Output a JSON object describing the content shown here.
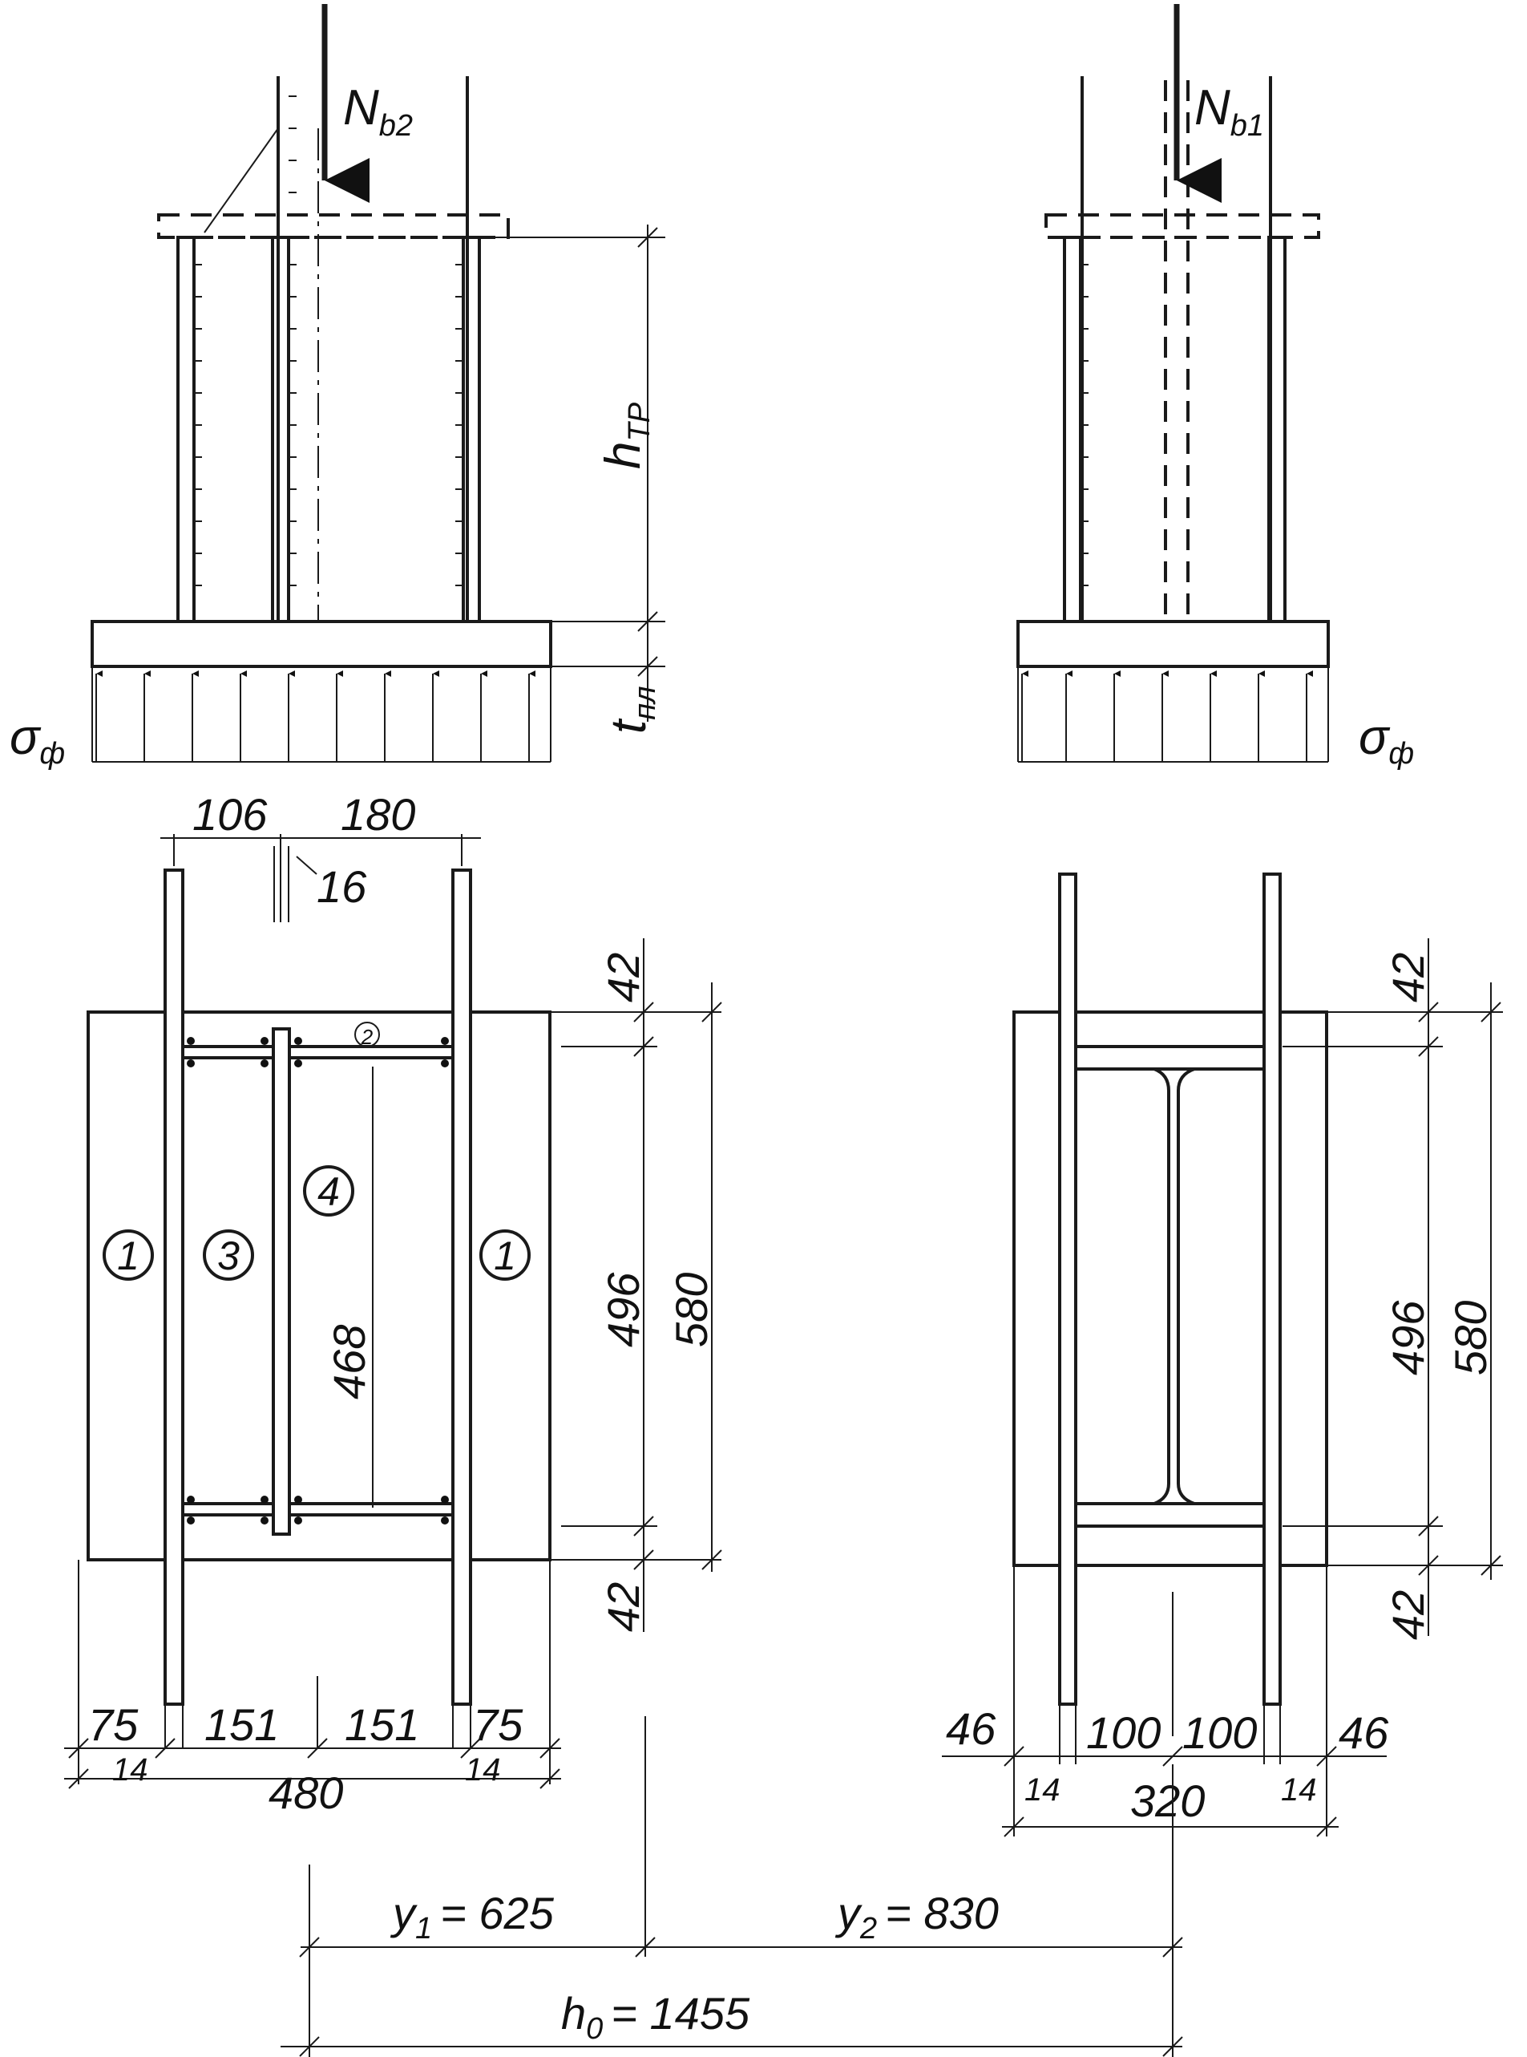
{
  "top_left": {
    "load_label": "N",
    "load_sub": "b2",
    "height_label": "h",
    "height_sub": "ТР",
    "plate_label": "t",
    "plate_sub": "пл",
    "pressure_label": "σ",
    "pressure_sub": "ф"
  },
  "top_right": {
    "load_label": "N",
    "load_sub": "b1",
    "pressure_label": "σ",
    "pressure_sub": "ф"
  },
  "plan_left": {
    "dims": {
      "d106": "106",
      "d180": "180",
      "d16": "16",
      "d42_top": "42",
      "d42_bot": "42",
      "d496": "496",
      "d580": "580",
      "d468": "468",
      "d75_left": "75",
      "d151_left": "151",
      "d151_right": "151",
      "d75_right": "75",
      "d14_left": "14",
      "d14_right": "14",
      "d480": "480"
    },
    "markers": {
      "m1_left": "1",
      "m3": "3",
      "m4": "4",
      "m1_right": "1",
      "m2": "2"
    }
  },
  "plan_right": {
    "dims": {
      "d42_top": "42",
      "d496": "496",
      "d580": "580",
      "d42_bot": "42",
      "d46_left": "46",
      "d100_left": "100",
      "d100_right": "100",
      "d46_right": "46",
      "d14_left": "14",
      "d14_right": "14",
      "d320": "320"
    }
  },
  "bottom": {
    "y1_label": "y",
    "y1_sub": "1",
    "y1_value": "= 625",
    "y2_label": "y",
    "y2_sub": "2",
    "y2_value": "= 830",
    "h0_label": "h",
    "h0_sub": "0",
    "h0_value": "= 1455"
  }
}
